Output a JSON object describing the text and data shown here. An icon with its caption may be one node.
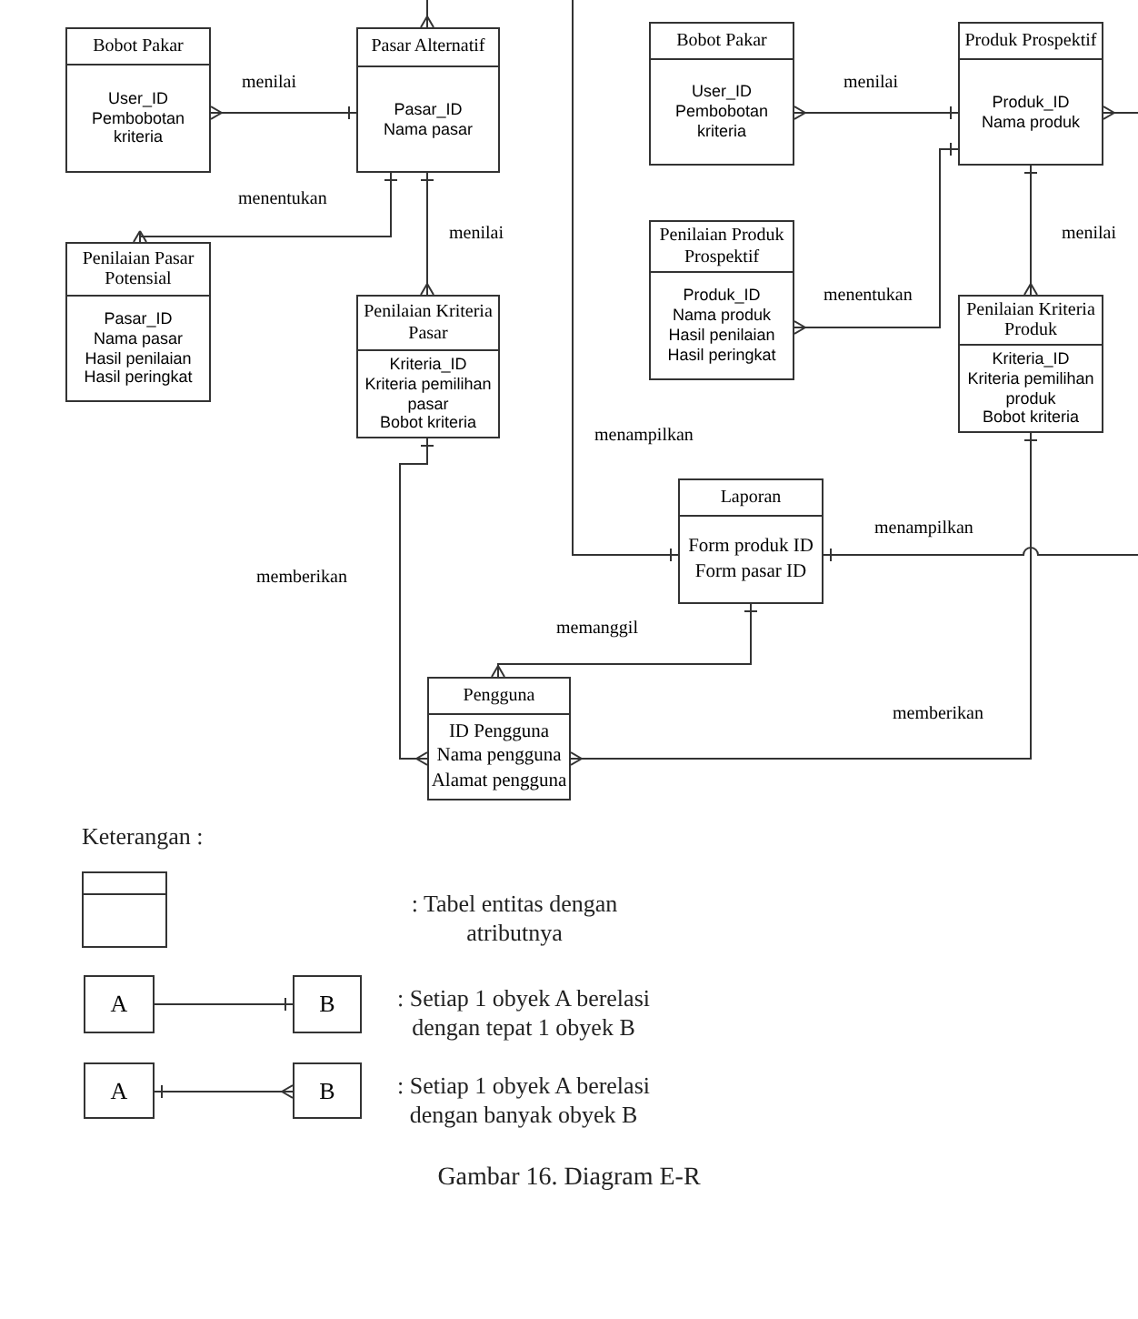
{
  "diagram": {
    "caption": "Gambar 16. Diagram E-R",
    "nodes": [
      {
        "text": [
          "Bobot Pakar",
          "User_ID",
          "Pembobotan kriteria"
        ]
      },
      {
        "text": [
          "Pasar Alternatif",
          "Pasar_ID",
          "Nama pasar"
        ]
      },
      {
        "text": [
          "Penilaian Pasar Potensial",
          "Pasar_ID",
          "Nama pasar",
          "Hasil penilaian",
          "Hasil peringkat"
        ]
      },
      {
        "text": [
          "Penilaian Kriteria Pasar",
          "Kriteria_ID",
          "Kriteria pemilihan pasar",
          "Bobot kriteria"
        ]
      },
      {
        "text": [
          "Bobot Pakar",
          "User_ID",
          "Pembobotan kriteria"
        ]
      },
      {
        "text": [
          "Produk Prospektif",
          "Produk_ID",
          "Nama produk"
        ]
      },
      {
        "text": [
          "Penilaian Produk Prospektif",
          "Produk_ID",
          "Nama produk",
          "Hasil penilaian",
          "Hasil peringkat"
        ]
      },
      {
        "text": [
          "Penilaian Kriteria Produk",
          "Kriteria_ID",
          "Kriteria pemilihan produk",
          "Bobot kriteria"
        ]
      },
      {
        "text": [
          "Laporan",
          "Form produk ID",
          "Form pasar ID"
        ]
      },
      {
        "text": [
          "Pengguna",
          "ID Pengguna",
          "Nama pengguna",
          "Alamat pengguna"
        ]
      },
      {
        "text": [],
        "shape": "box"
      },
      {
        "text": [
          "A"
        ]
      },
      {
        "text": [
          "B"
        ]
      },
      {
        "text": [
          "A"
        ]
      },
      {
        "text": [
          "B"
        ]
      }
    ],
    "edges": [
      {
        "from": 1,
        "to": 0,
        "arrow": "other",
        "label": "menilai"
      },
      {
        "from": 1,
        "to": 2,
        "arrow": "other",
        "label": "menentukan"
      },
      {
        "from": 1,
        "to": 3,
        "arrow": "other",
        "label": "menilai"
      },
      {
        "from": null,
        "to": 1,
        "arrow": "other"
      },
      {
        "from": 5,
        "to": 4,
        "arrow": "other",
        "label": "menilai"
      },
      {
        "from": 5,
        "to": 6,
        "arrow": "other",
        "label": "menentukan"
      },
      {
        "from": 5,
        "to": 7,
        "arrow": "other",
        "label": "menilai"
      },
      {
        "from": 5,
        "to": null,
        "arrow": "other"
      },
      {
        "from": null,
        "to": 8,
        "arrow": "other",
        "label": "menampilkan"
      },
      {
        "from": 8,
        "to": null,
        "arrow": "other",
        "label": "menampilkan"
      },
      {
        "from": 7,
        "to": 9,
        "arrow": "other",
        "label": "memberikan"
      },
      {
        "from": 3,
        "to": 9,
        "arrow": "other",
        "label": "memberikan"
      },
      {
        "from": 8,
        "to": 9,
        "arrow": "other",
        "label": "memanggil"
      },
      {
        "from": 11,
        "to": 12,
        "arrow": "other"
      },
      {
        "from": 13,
        "to": 14,
        "arrow": "other"
      }
    ],
    "labels": [
      "Keterangan :",
      ": Tabel entitas dengan atributnya",
      ": Setiap 1 obyek A berelasi dengan tepat 1 obyek B",
      ": Setiap 1 obyek A berelasi dengan banyak obyek B"
    ]
  }
}
